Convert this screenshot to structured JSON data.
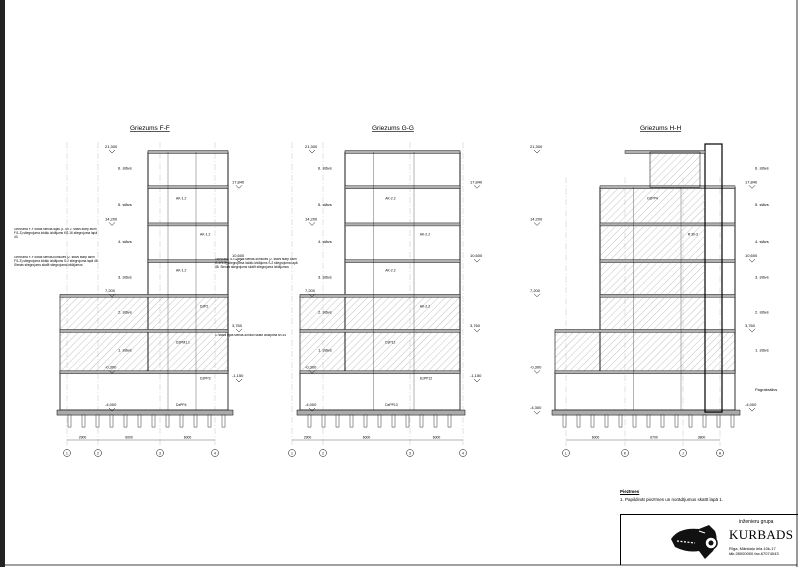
{
  "sections": [
    {
      "title": "Griezums F-F",
      "axes": [
        "1",
        "2",
        "3",
        "4"
      ],
      "dims": [
        "2900",
        "6000",
        "6000"
      ],
      "levels": [
        {
          "value": 21.3,
          "label": "21,300"
        },
        {
          "value": 17.84,
          "label": "17,840"
        },
        {
          "value": 14.2,
          "label": "14,200"
        },
        {
          "value": 10.6,
          "label": "10,600"
        },
        {
          "value": 7.2,
          "label": "7,200"
        },
        {
          "value": 3.76,
          "label": "3,760"
        },
        {
          "value": -0.3,
          "label": "-0,300"
        },
        {
          "value": -1.15,
          "label": "-1,150"
        },
        {
          "value": -4.0,
          "label": "-4,000"
        }
      ],
      "floors": [
        "6. stāvs",
        "5. stāvs",
        "4. stāvs",
        "3. stāvs",
        "2. stāvs",
        "1. stāvs"
      ],
      "tags": [
        "AK-1.2",
        "AK-1.2",
        "AK-1.2",
        "DzP2",
        "DzPM1.1",
        "DzPP3",
        "DzPP4"
      ],
      "annotations": [
        "Griezumā F-F dotas sienas-sijas (1. un 2. stāvs starp asīm F/1-3) stiegrojuma lokāļu izklājums KS-16 stiegrojuma lapā 43.",
        "Griezumā F-F dotas sienas-konsoles (2. stāvs starp asīm F/1-3) stiegrojuma lokāļu izklājums S-2 stiegrojuma lapā 48. Sienas stiegrojums skatīt stiegrojuma izklājumos"
      ]
    },
    {
      "title": "Griezums G-G",
      "axes": [
        "1",
        "2",
        "3",
        "4"
      ],
      "dims": [
        "2900",
        "6000",
        "6000"
      ],
      "levels": [
        {
          "value": 21.3,
          "label": "21,300"
        },
        {
          "value": 17.84,
          "label": "17,840"
        },
        {
          "value": 14.2,
          "label": "14,200"
        },
        {
          "value": 10.6,
          "label": "10,600"
        },
        {
          "value": 7.2,
          "label": "7,200"
        },
        {
          "value": 3.76,
          "label": "3,760"
        },
        {
          "value": -0.3,
          "label": "-0,300"
        },
        {
          "value": -1.15,
          "label": "-1,150"
        },
        {
          "value": -4.0,
          "label": "-4,000"
        }
      ],
      "floors": [
        "6. stāvs",
        "5. stāvs",
        "4. stāvs",
        "3. stāvs",
        "2. stāvs",
        "1. stāvs"
      ],
      "tags": [
        "AK-2.2",
        "AK-2.2",
        "AK-2.2",
        "AK-2.2",
        "DzP12",
        "DzPP12",
        "DzPP13"
      ],
      "annotations": [
        "Griezumā G-G dotas sienas-konsoles (2. stāvs starp asīm G-1/1-3) stiegrojuma lokāļu izklājums S-2 stiegrojuma lapā 48. Sienas stiegrojums skatīt stiegrojuma izklājumos",
        "1. stāva sijas sienas-konsoli skatīt izklājumā sh-44"
      ]
    },
    {
      "title": "Griezums H-H",
      "axes": [
        "L",
        "K",
        "J",
        "H"
      ],
      "dims": [
        "6000",
        "6700",
        "3800"
      ],
      "levels": [
        {
          "value": 21.3,
          "label": "21,300"
        },
        {
          "value": 17.84,
          "label": "17,840"
        },
        {
          "value": 14.2,
          "label": "14,200"
        },
        {
          "value": 10.6,
          "label": "10,600"
        },
        {
          "value": 7.2,
          "label": "7,200"
        },
        {
          "value": 3.76,
          "label": "3,760"
        },
        {
          "value": -0.3,
          "label": "-0,300"
        },
        {
          "value": -4.0,
          "label": "-4,000"
        },
        {
          "value": -4.3,
          "label": "-4,300"
        }
      ],
      "floors": [
        "6. stāvs",
        "5. stāvs",
        "4. stāvs",
        "3. stāvs",
        "2. stāvs",
        "1. stāvs",
        "Pagrabstāvs"
      ],
      "tags": [
        "DzPP4",
        "R 30-3"
      ],
      "annotations": []
    }
  ],
  "notes": {
    "heading": "Piezīmes",
    "items": [
      "1. Papildināt piezīmes un norādījumus skatīt lapā 1."
    ]
  },
  "title_block": {
    "subtitle": "inženieru grupa",
    "company": "KURBADS",
    "address_line1": "Rīga, Mārstaļu iela 10k-17",
    "address_line2": "tālr.28000000 fax.67074043"
  },
  "colors": {
    "line": "#000000",
    "slab": "#b0b0b0",
    "hatch": "#777777"
  }
}
